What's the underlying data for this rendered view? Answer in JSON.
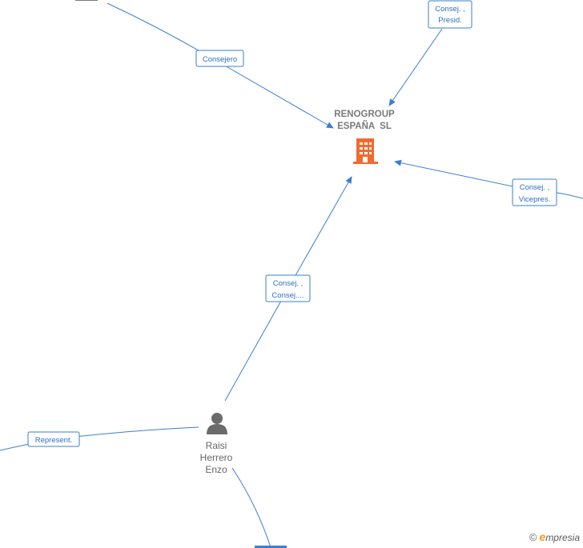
{
  "company": {
    "name_line1": "RENOGROUP",
    "name_line2": "ESPAÑA  SL",
    "icon": "building-icon",
    "color": "#f26a2e"
  },
  "person": {
    "name_lines": [
      "Raisi",
      "Herrero",
      "Enzo"
    ],
    "icon": "person-icon",
    "color": "#6b6b6b"
  },
  "edges": [
    {
      "id": "consejero",
      "lines": [
        "Consejero"
      ]
    },
    {
      "id": "consej-presid",
      "lines": [
        "Consej. ,",
        "Presid."
      ]
    },
    {
      "id": "consej-vicepres",
      "lines": [
        "Consej. ,",
        "Vicepres."
      ]
    },
    {
      "id": "consej-consej",
      "lines": [
        "Consej. ,",
        "Consej...."
      ]
    },
    {
      "id": "represent",
      "lines": [
        "Represent."
      ]
    }
  ],
  "accent_color": "#3a7fd1",
  "watermark": {
    "copyright": "©",
    "brand_initial": "e",
    "brand_rest": "mpresia"
  }
}
